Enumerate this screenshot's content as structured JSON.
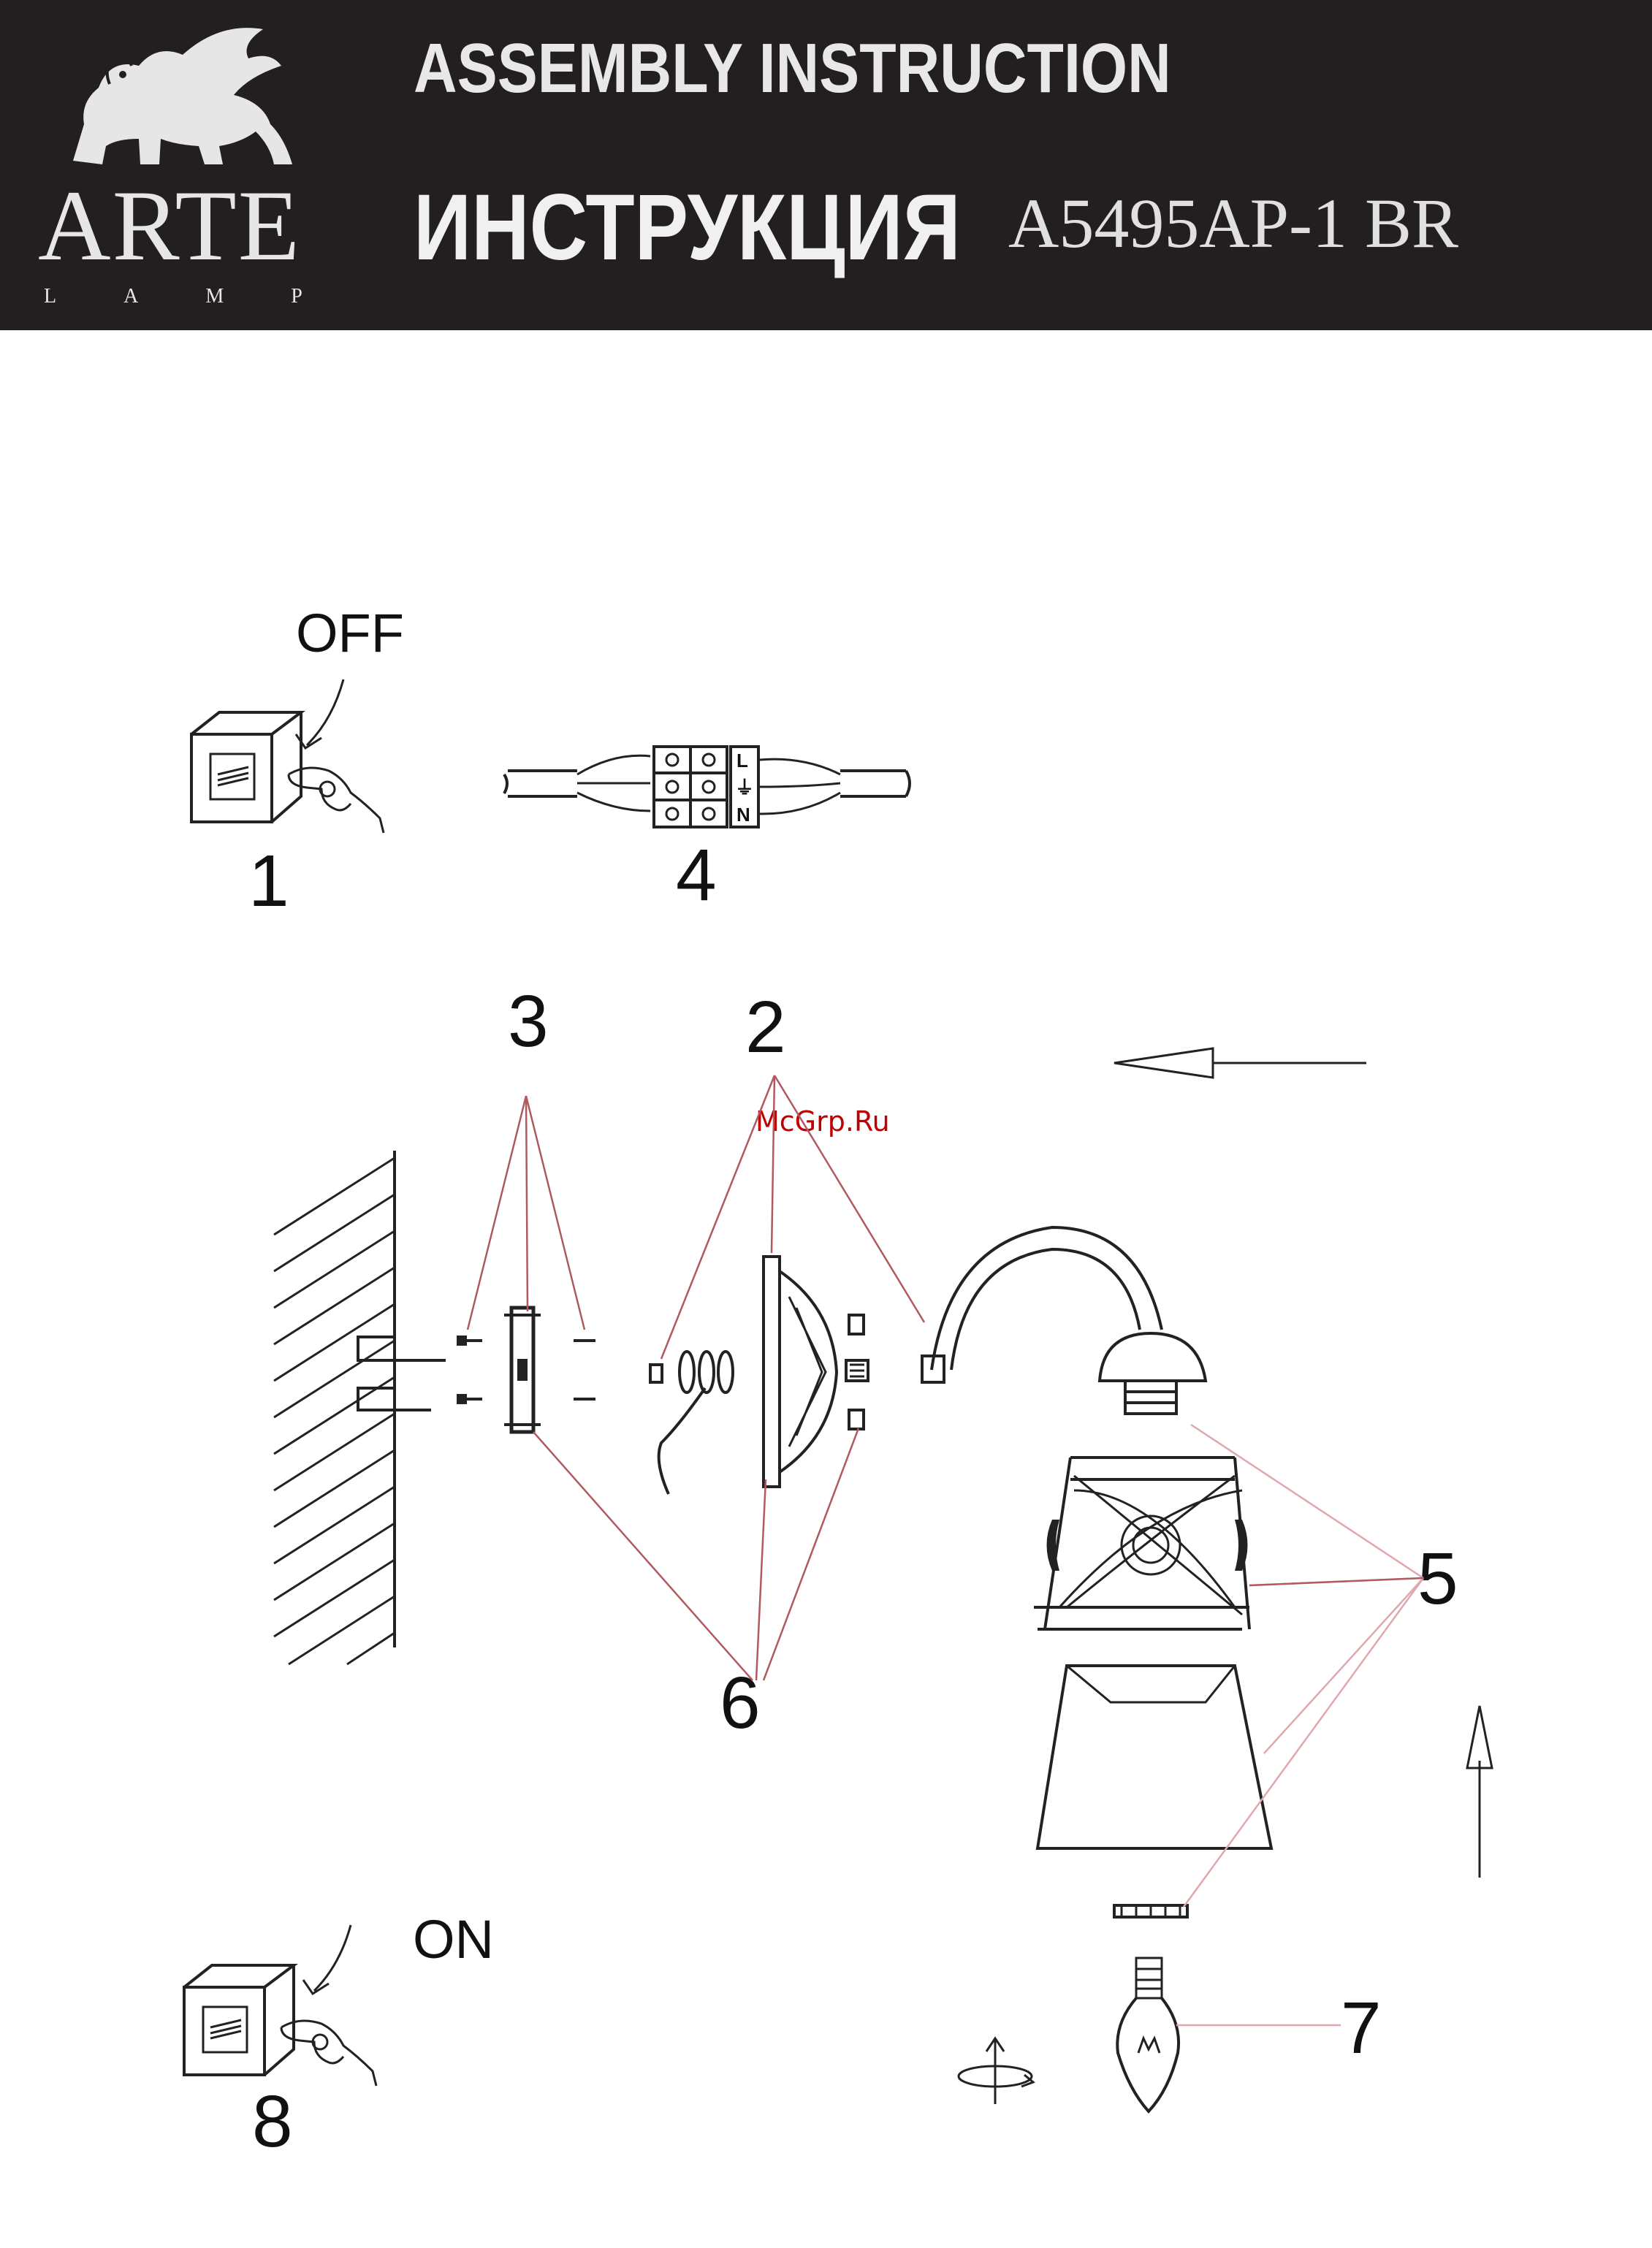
{
  "header": {
    "brand": "ARTE",
    "brand_sub": "LAMP",
    "title_en": "ASSEMBLY INSTRUCTION",
    "title_ru": "ИНСТРУКЦИЯ",
    "model": "A5495AP-1 BR",
    "background_color": "#231f20"
  },
  "switch_off": {
    "label": "OFF",
    "step": "1"
  },
  "switch_on": {
    "label": "ON",
    "step": "8"
  },
  "connector": {
    "step": "4",
    "terminal_labels": [
      "L",
      "⏚",
      "N"
    ]
  },
  "steps": {
    "s2": "2",
    "s3": "3",
    "s5": "5",
    "s6": "6",
    "s7": "7"
  },
  "watermark": {
    "text": "McGrp.Ru",
    "color": "#c00000"
  },
  "colors": {
    "leader_line": "#b05a60",
    "leader_line_light": "#e0a8ad",
    "ink": "#222222"
  }
}
